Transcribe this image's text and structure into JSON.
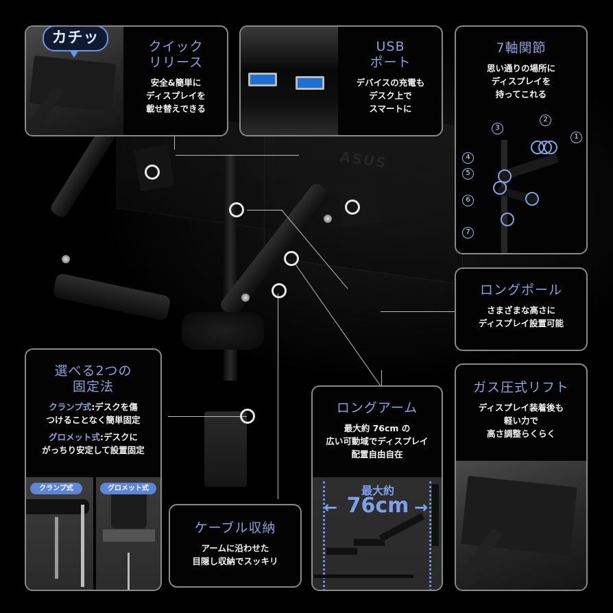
{
  "colors": {
    "heading": "#8fa0d8",
    "accent_blue": "#5d86d8",
    "border": "#8a8a8a",
    "background": "#000000"
  },
  "quick_release": {
    "badge": "カチッ",
    "title_line1": "クイック",
    "title_line2": "リリース",
    "desc_line1": "安全&簡単に",
    "desc_line2": "ディスプレイを",
    "desc_line3": "載せ替えできる"
  },
  "usb": {
    "title_line1": "USB",
    "title_line2": "ポート",
    "desc_line1": "デバイスの充電も",
    "desc_line2": "デスク上で",
    "desc_line3": "スマートに"
  },
  "seven_axis": {
    "title": "7軸関節",
    "desc_line1": "思い通りの場所に",
    "desc_line2": "ディスプレイを",
    "desc_line3": "持ってこれる",
    "joints": [
      "1",
      "2",
      "3",
      "4",
      "5",
      "6",
      "7"
    ]
  },
  "long_pole": {
    "title": "ロングポール",
    "desc_line1": "さまざまな高さに",
    "desc_line2": "ディスプレイ設置可能"
  },
  "mounting": {
    "title_line1": "選べる2つの",
    "title_line2": "固定法",
    "clamp_label": "クランプ式",
    "clamp_desc_a": ":デスクを傷",
    "clamp_desc_b": "つけることなく簡単固定",
    "grommet_label": "グロメット式",
    "grommet_desc_a": ":デスクに",
    "grommet_desc_b": "がっちり安定して設置固定",
    "pill_clamp": "クランプ式",
    "pill_grommet": "グロメット式"
  },
  "cable": {
    "title": "ケーブル収納",
    "desc_line1": "アームに沿わせた",
    "desc_line2": "目隠し収納でスッキリ"
  },
  "long_arm": {
    "title": "ロングアーム",
    "desc_line1": "最大約 76cm の",
    "desc_line2": "広い可動域でディスプレイ",
    "desc_line3": "配置自由自在",
    "measure_label": "最大約",
    "measure_value": "76cm",
    "arrow_left": "←",
    "arrow_right": "→"
  },
  "gas_lift": {
    "title": "ガス圧式リフト",
    "desc_line1": "ディスプレイ装着後も",
    "desc_line2": "軽い力で",
    "desc_line3": "高さ調整らくらく"
  },
  "brand_logo": "ASUS"
}
